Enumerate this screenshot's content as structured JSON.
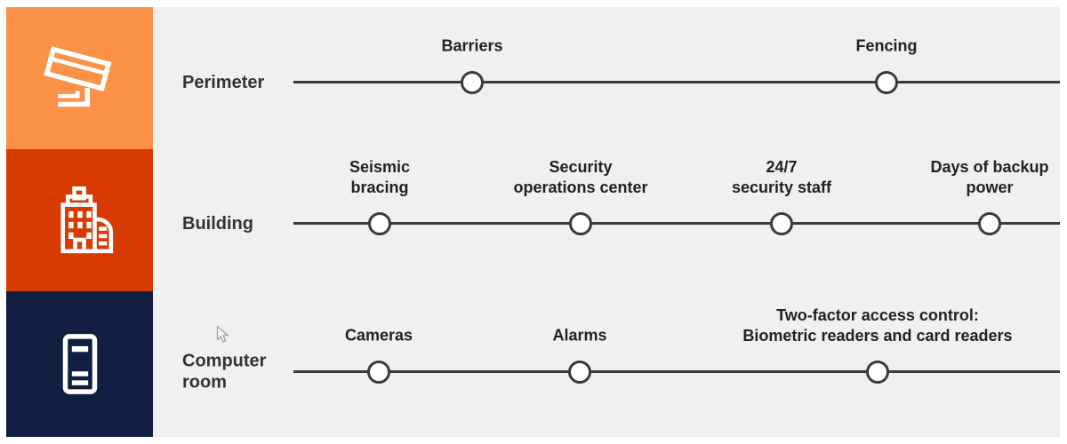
{
  "diagram": {
    "rows": [
      {
        "label": "Perimeter",
        "nodes": [
          {
            "label": "Barriers"
          },
          {
            "label": "Fencing"
          }
        ]
      },
      {
        "label": "Building",
        "nodes": [
          {
            "label": "Seismic\nbracing"
          },
          {
            "label": "Security\noperations center"
          },
          {
            "label": "24/7\nsecurity staff"
          },
          {
            "label": "Days of backup\npower"
          }
        ]
      },
      {
        "label": "Computer\nroom",
        "nodes": [
          {
            "label": "Cameras"
          },
          {
            "label": "Alarms"
          },
          {
            "label": "Two-factor access control:\nBiometric readers and card readers"
          }
        ]
      }
    ],
    "icons": [
      "security-camera-icon",
      "building-icon",
      "server-rack-icon"
    ],
    "colors": {
      "perimeter_block": "#FB9248",
      "building_block": "#D83B01",
      "computer_room_block": "#0F1E41",
      "panel_background": "#F0F0F0",
      "timeline_line": "#3A3A3A",
      "node_fill": "#FFFFFF",
      "node_border": "#3A3A3A",
      "label_text": "#333333"
    }
  }
}
